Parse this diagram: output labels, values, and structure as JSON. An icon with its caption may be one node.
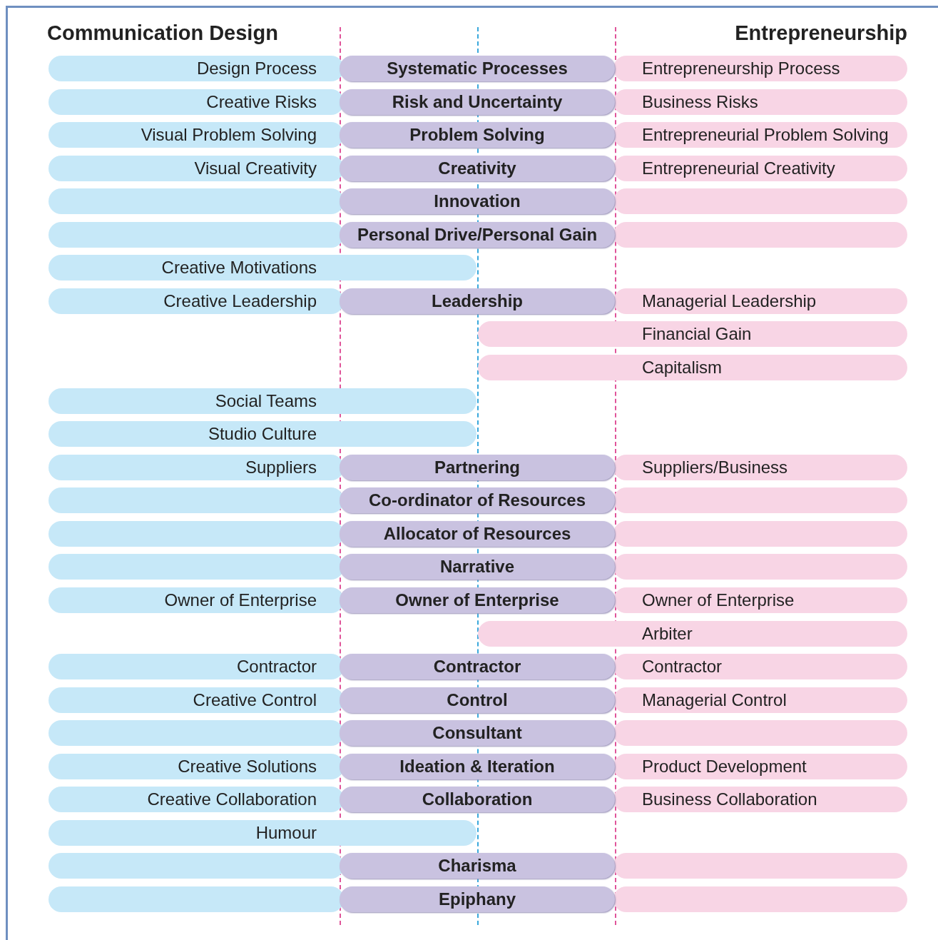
{
  "diagram": {
    "nodes": [
      {
        "text": [
          "Design Process"
        ]
      },
      {
        "text": [
          "Systematic Processes"
        ]
      },
      {
        "text": [
          "Entrepreneurship Process"
        ]
      },
      {
        "text": [
          "Creative Risks"
        ]
      },
      {
        "text": [
          "Risk and Uncertainty"
        ]
      },
      {
        "text": [
          "Business Risks"
        ]
      },
      {
        "text": [
          "Visual Problem Solving"
        ]
      },
      {
        "text": [
          "Problem Solving"
        ]
      },
      {
        "text": [
          "Entrepreneurial Problem Solving"
        ]
      },
      {
        "text": [
          "Visual Creativity"
        ]
      },
      {
        "text": [
          "Creativity"
        ]
      },
      {
        "text": [
          "Entrepreneurial Creativity"
        ]
      },
      {
        "text": [],
        "shape": "bar"
      },
      {
        "text": [
          "Innovation"
        ]
      },
      {
        "text": [],
        "shape": "bar"
      },
      {
        "text": [],
        "shape": "bar"
      },
      {
        "text": [
          "Personal Drive/Personal Gain"
        ]
      },
      {
        "text": [],
        "shape": "bar"
      },
      {
        "text": [
          "Creative Motivations"
        ]
      },
      {
        "text": [
          "Creative Leadership"
        ]
      },
      {
        "text": [
          "Leadership"
        ]
      },
      {
        "text": [
          "Managerial Leadership"
        ]
      },
      {
        "text": [
          "Financial Gain"
        ]
      },
      {
        "text": [
          "Capitalism"
        ]
      },
      {
        "text": [
          "Social Teams"
        ]
      },
      {
        "text": [
          "Studio Culture"
        ]
      },
      {
        "text": [
          "Suppliers"
        ]
      },
      {
        "text": [
          "Partnering"
        ]
      },
      {
        "text": [
          "Suppliers/Business"
        ]
      },
      {
        "text": [],
        "shape": "bar"
      },
      {
        "text": [
          "Co-ordinator of Resources"
        ]
      },
      {
        "text": [],
        "shape": "bar"
      },
      {
        "text": [],
        "shape": "bar"
      },
      {
        "text": [
          "Allocator of Resources"
        ]
      },
      {
        "text": [],
        "shape": "bar"
      },
      {
        "text": [],
        "shape": "bar"
      },
      {
        "text": [
          "Narrative"
        ]
      },
      {
        "text": [],
        "shape": "bar"
      },
      {
        "text": [
          "Owner of Enterprise"
        ]
      },
      {
        "text": [
          "Owner of Enterprise"
        ]
      },
      {
        "text": [
          "Owner of Enterprise"
        ]
      },
      {
        "text": [
          "Arbiter"
        ]
      },
      {
        "text": [
          "Contractor"
        ]
      },
      {
        "text": [
          "Contractor"
        ]
      },
      {
        "text": [
          "Contractor"
        ]
      },
      {
        "text": [
          "Creative Control"
        ]
      },
      {
        "text": [
          "Control"
        ]
      },
      {
        "text": [
          "Managerial Control"
        ]
      },
      {
        "text": [],
        "shape": "bar"
      },
      {
        "text": [
          "Consultant"
        ]
      },
      {
        "text": [],
        "shape": "bar"
      },
      {
        "text": [
          "Creative Solutions"
        ]
      },
      {
        "text": [
          "Ideation & Iteration"
        ]
      },
      {
        "text": [
          "Product Development"
        ]
      },
      {
        "text": [
          "Creative Collaboration"
        ]
      },
      {
        "text": [
          "Collaboration"
        ]
      },
      {
        "text": [
          "Business Collaboration"
        ]
      },
      {
        "text": [
          "Humour"
        ]
      },
      {
        "text": [],
        "shape": "bar"
      },
      {
        "text": [
          "Charisma"
        ]
      },
      {
        "text": [],
        "shape": "bar"
      },
      {
        "text": [],
        "shape": "bar"
      },
      {
        "text": [
          "Epiphany"
        ]
      },
      {
        "text": [],
        "shape": "bar"
      }
    ],
    "labels": [
      "Communication Design",
      "Entrepreneurship"
    ]
  }
}
